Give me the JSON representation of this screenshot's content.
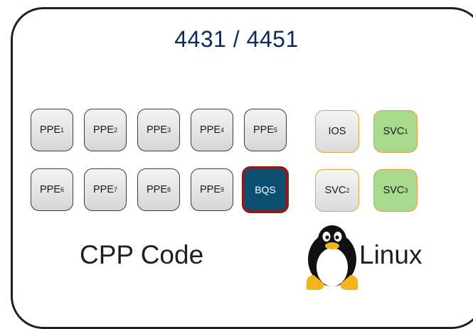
{
  "title": "4431 / 4451",
  "cpp": {
    "label": "CPP Code",
    "row1": [
      {
        "base": "PPE",
        "sub": "1"
      },
      {
        "base": "PPE",
        "sub": "2"
      },
      {
        "base": "PPE",
        "sub": "3"
      },
      {
        "base": "PPE",
        "sub": "4"
      },
      {
        "base": "PPE",
        "sub": "5"
      }
    ],
    "row2": [
      {
        "base": "PPE",
        "sub": "6"
      },
      {
        "base": "PPE",
        "sub": "7"
      },
      {
        "base": "PPE",
        "sub": "8"
      },
      {
        "base": "PPE",
        "sub": "9"
      }
    ],
    "bqs": "BQS"
  },
  "linux": {
    "label": "Linux",
    "mascot_icon": "tux-penguin-icon",
    "ios": "IOS",
    "svc1": {
      "base": "SVC",
      "sub": "1"
    },
    "svc2": {
      "base": "SVC",
      "sub": "2"
    },
    "svc3": {
      "base": "SVC",
      "sub": "3"
    }
  },
  "colors": {
    "title": "#0d2a5c",
    "bqs_fill": "#0d4f73",
    "bqs_border": "#8c1b1b",
    "svc_green": "#a8d98c",
    "linux_border": "#e6a23a"
  }
}
